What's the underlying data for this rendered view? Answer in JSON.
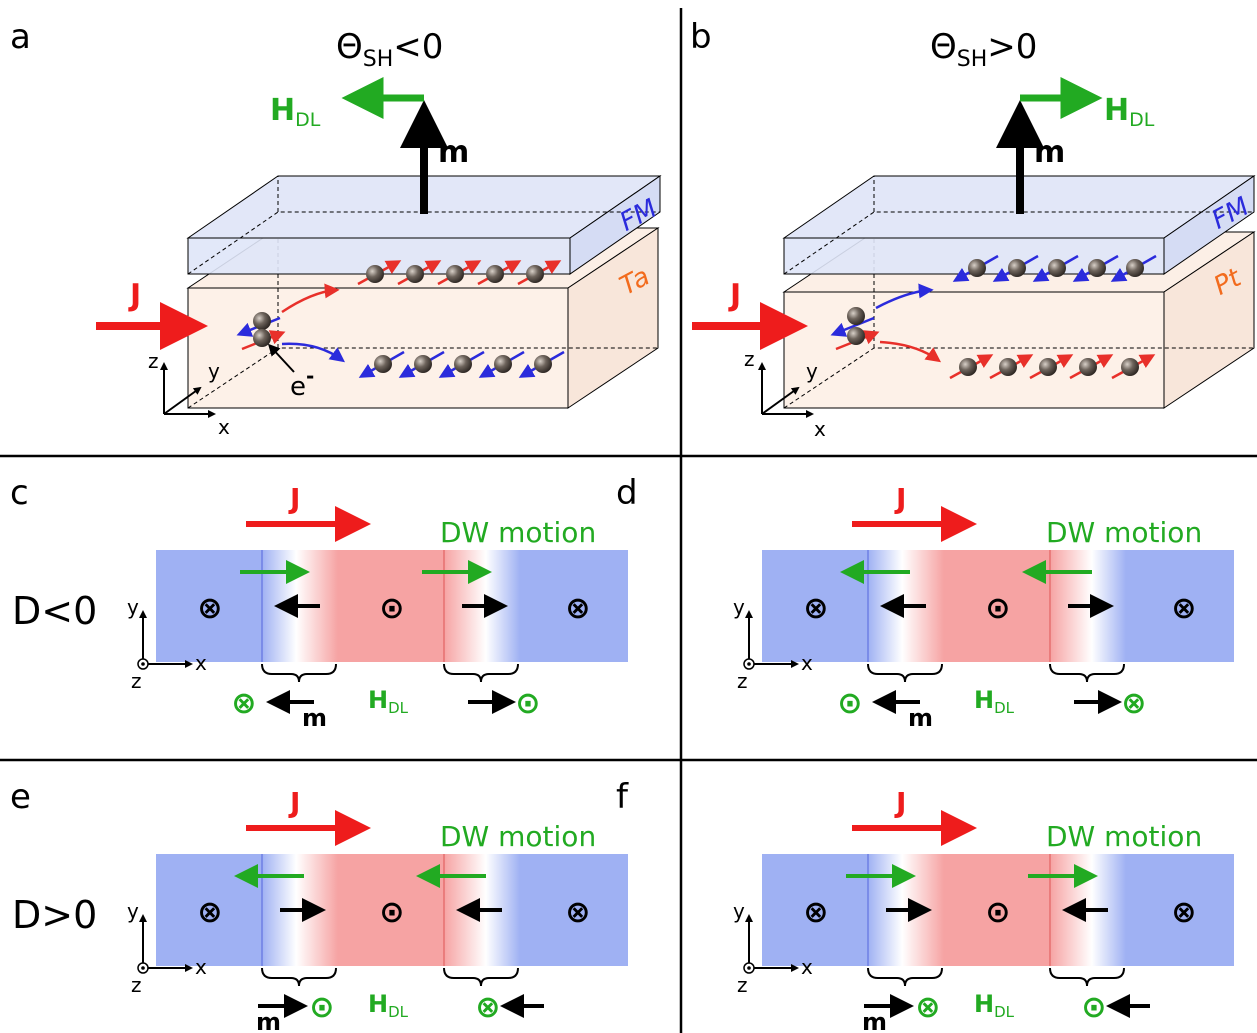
{
  "panels": {
    "a": {
      "letter": "a",
      "title_base": "Θ",
      "title_sub": "SH",
      "title_rel": "<0",
      "field_label": "H",
      "field_sub": "DL",
      "moment_label": "m",
      "current_label": "J",
      "fm_label": "FM",
      "nm_label": "Ta",
      "electron_label": "e",
      "electron_sup": "-",
      "axis_z": "z",
      "axis_y": "y",
      "axis_x": "x"
    },
    "b": {
      "letter": "b",
      "title_base": "Θ",
      "title_sub": "SH",
      "title_rel": ">0",
      "field_label": "H",
      "field_sub": "DL",
      "moment_label": "m",
      "current_label": "J",
      "fm_label": "FM",
      "nm_label": "Pt",
      "axis_z": "z",
      "axis_y": "y",
      "axis_x": "x"
    },
    "c": {
      "letter": "c",
      "row_label": "D<0",
      "current_label": "J",
      "motion_label": "DW motion",
      "field_label": "H",
      "field_sub": "DL",
      "moment_label": "m",
      "axis_y": "y",
      "axis_x": "x",
      "axis_z": "z"
    },
    "d": {
      "letter": "d",
      "current_label": "J",
      "motion_label": "DW motion",
      "field_label": "H",
      "field_sub": "DL",
      "moment_label": "m",
      "axis_y": "y",
      "axis_x": "x",
      "axis_z": "z"
    },
    "e": {
      "letter": "e",
      "row_label": "D>0",
      "current_label": "J",
      "motion_label": "DW motion",
      "field_label": "H",
      "field_sub": "DL",
      "moment_label": "m",
      "axis_y": "y",
      "axis_x": "x",
      "axis_z": "z"
    },
    "f": {
      "letter": "f",
      "current_label": "J",
      "motion_label": "DW motion",
      "field_label": "H",
      "field_sub": "DL",
      "moment_label": "m",
      "axis_y": "y",
      "axis_x": "x",
      "axis_z": "z"
    }
  },
  "symbols": {
    "into_page": "⊗",
    "out_of_page": "⊙"
  },
  "colors": {
    "current": "#ee1c1c",
    "field": "#22aa22",
    "spin_up": "#e8302a",
    "spin_down": "#2b2bdc",
    "domain_blue": "#9fb1f3",
    "domain_red": "#f6a3a3",
    "fm_layer": "#dde3f6",
    "nm_layer": "#fcefe6"
  }
}
